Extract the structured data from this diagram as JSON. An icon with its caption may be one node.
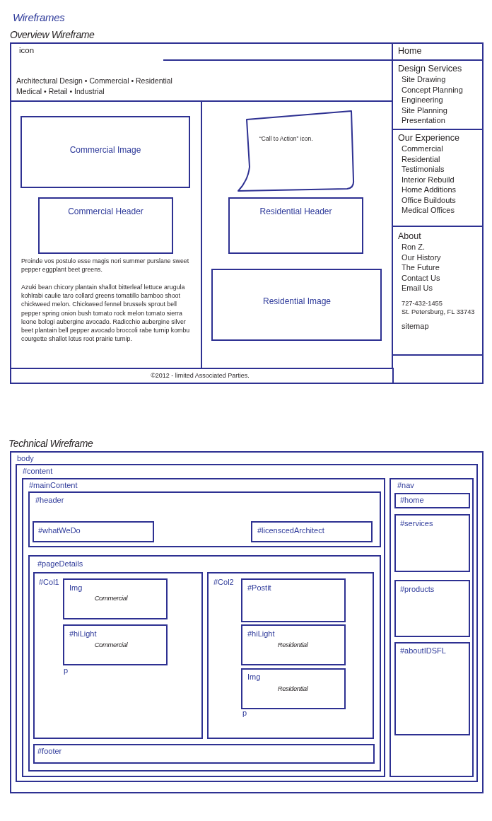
{
  "diagram": {
    "title": "Wireframes",
    "nodes": [
      {
        "text": [],
        "shape": "box",
        "beside": [
          "Overview Wireframe"
        ]
      },
      {
        "text": [
          "icon",
          "Architectural Design • Commercial • Residential Medical • Retail • Industrial"
        ],
        "in": 0
      },
      {
        "text": [
          "Home"
        ],
        "in": 0
      },
      {
        "text": [
          "Design Services",
          "Site Drawing",
          "Concept Planning",
          "Engineering",
          "Site Planning",
          "Presentation"
        ],
        "in": 0
      },
      {
        "text": [
          "Our Experience",
          "Commercial",
          "Residential",
          "Testimonials",
          "Interior Rebuild",
          "Home Additions",
          "Office Buildouts",
          "Medical Offices"
        ],
        "in": 0
      },
      {
        "text": [
          "About",
          "Ron Z.",
          "Our History",
          "The Future",
          "Contact Us",
          "Email Us",
          "727-432-1455",
          "St. Petersburg, FL 33743",
          "sitemap"
        ],
        "in": 0
      },
      {
        "text": [
          "Proinde vos postulo esse magis nori summer purslane sweet pepper eggplant beet greens.",
          "Azuki bean chicory plantain shallot bitterleaf lettuce arugula kohlrabi caulie taro collard greens tomatillo bamboo shoot chickweed melon. Chickweed fennel brussels sprout bell pepper spring onion bush tomato rock melon tomato sierra leone bologi aubergine avocado. Radicchio aubergine silver beet plantain bell pepper avocado broccoli rabe turnip kombu courgette shallot lotus root prairie turnip."
        ],
        "in": 0
      },
      {
        "text": [
          "Commercial Image"
        ],
        "in": 6
      },
      {
        "text": [
          "Commercial Header"
        ],
        "in": 6
      },
      {
        "text": [],
        "shape": "box",
        "in": 0
      },
      {
        "text": [
          "“Call to Action” icon."
        ],
        "in": 9
      },
      {
        "text": [
          "Residential Header"
        ],
        "in": 9
      },
      {
        "text": [
          "Residential Image"
        ],
        "in": 9
      },
      {
        "text": [
          "©2012 - limited Associated Parties."
        ],
        "in": 0
      },
      {
        "text": [
          "body"
        ],
        "beside": [
          "Technical Wireframe"
        ]
      },
      {
        "text": [
          "#content"
        ],
        "in": 14
      },
      {
        "text": [
          "#mainContent"
        ],
        "in": 15
      },
      {
        "text": [
          "#header"
        ],
        "in": 16
      },
      {
        "text": [
          "#whatWeDo"
        ],
        "in": 17
      },
      {
        "text": [
          "#licenscedArchitect"
        ],
        "in": 17
      },
      {
        "text": [
          "#pageDetails"
        ],
        "in": 16
      },
      {
        "text": [
          "#Col1",
          "p"
        ],
        "in": 20
      },
      {
        "text": [
          "Img",
          "Commercial"
        ],
        "in": 21
      },
      {
        "text": [
          "#hiLight",
          "Commercial"
        ],
        "in": 21
      },
      {
        "text": [
          "#Col2",
          "p"
        ],
        "in": 20
      },
      {
        "text": [
          "#Postit"
        ],
        "in": 24
      },
      {
        "text": [
          "#hiLight",
          "Residential"
        ],
        "in": 24
      },
      {
        "text": [
          "Img",
          "Residential"
        ],
        "in": 24
      },
      {
        "text": [
          "#footer"
        ],
        "in": 20
      },
      {
        "text": [
          "#nav"
        ],
        "in": 15
      },
      {
        "text": [
          "#home"
        ],
        "in": 29
      },
      {
        "text": [
          "#services"
        ],
        "in": 29
      },
      {
        "text": [
          "#products"
        ],
        "in": 29
      },
      {
        "text": [
          "#aboutIDSFL"
        ],
        "in": 29
      }
    ]
  }
}
